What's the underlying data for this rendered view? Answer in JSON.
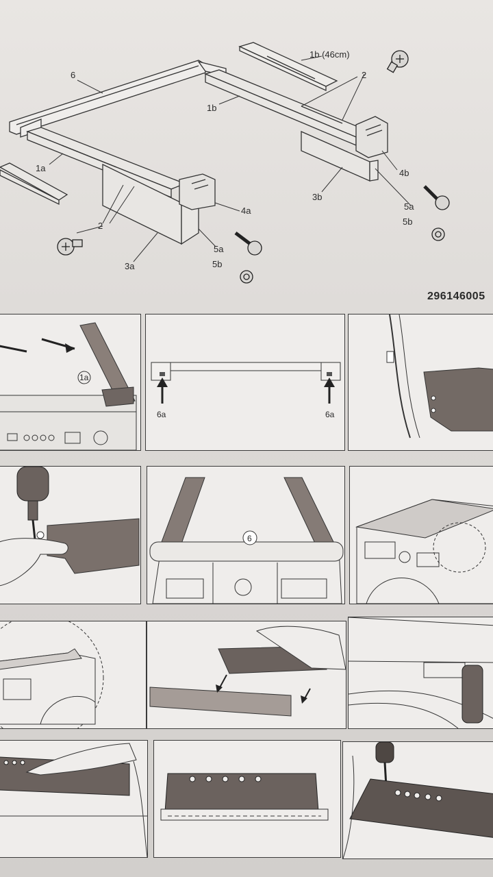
{
  "document_code": "296146005",
  "overview": {
    "labels": {
      "frame": "6",
      "rail_long": "1b (46cm)",
      "rail_right": "1b",
      "rail_left": "1a",
      "screw_top": "2",
      "screw_left": "2",
      "bracket_left": "3a",
      "bracket_right": "3b",
      "foot_left": "4a",
      "foot_right": "4b",
      "screw_5a_left": "5a",
      "screw_5a_right": "5a",
      "washer_5b_left": "5b",
      "washer_5b_right": "5b"
    }
  },
  "steps": {
    "step1_callout": "1a",
    "step2_left_label": "6a",
    "step2_right_label": "6a",
    "step5_callout": "6"
  }
}
